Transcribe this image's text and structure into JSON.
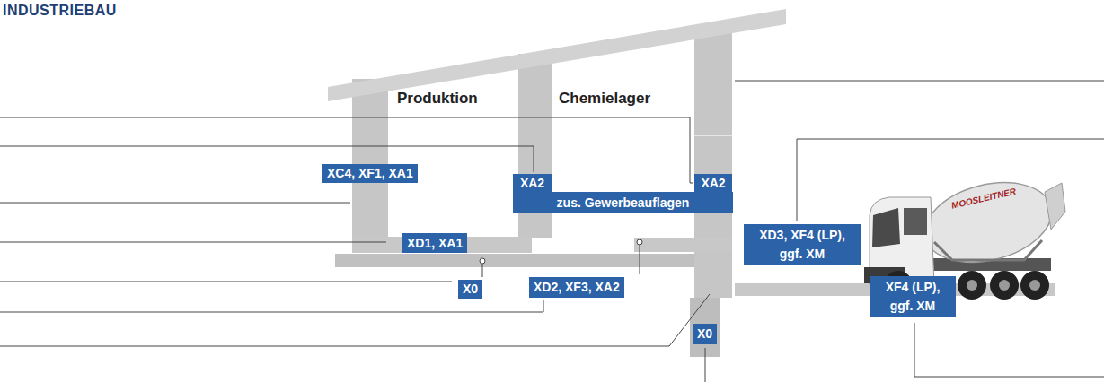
{
  "diagram": {
    "title": "INDUSTRIEBAU",
    "nodes": [
      {
        "text": [
          "XC4, XF1, XA1"
        ]
      },
      {
        "text": [
          "XA2"
        ]
      },
      {
        "text": [
          "XA2"
        ]
      },
      {
        "text": [
          "zus. Gewerbeauflagen"
        ]
      },
      {
        "text": [
          "XD3, XF4 (LP), ggf. XM"
        ]
      },
      {
        "text": [
          "XD1, XA1"
        ]
      },
      {
        "text": [
          "XD2, XF3, XA2"
        ]
      },
      {
        "text": [
          "X0"
        ]
      },
      {
        "text": [
          "XF4 (LP), ggf. XM"
        ]
      },
      {
        "text": [
          "X0"
        ]
      }
    ],
    "labels": [
      "Produktion",
      "Chemielager",
      "MOOSLEITNER"
    ]
  }
}
